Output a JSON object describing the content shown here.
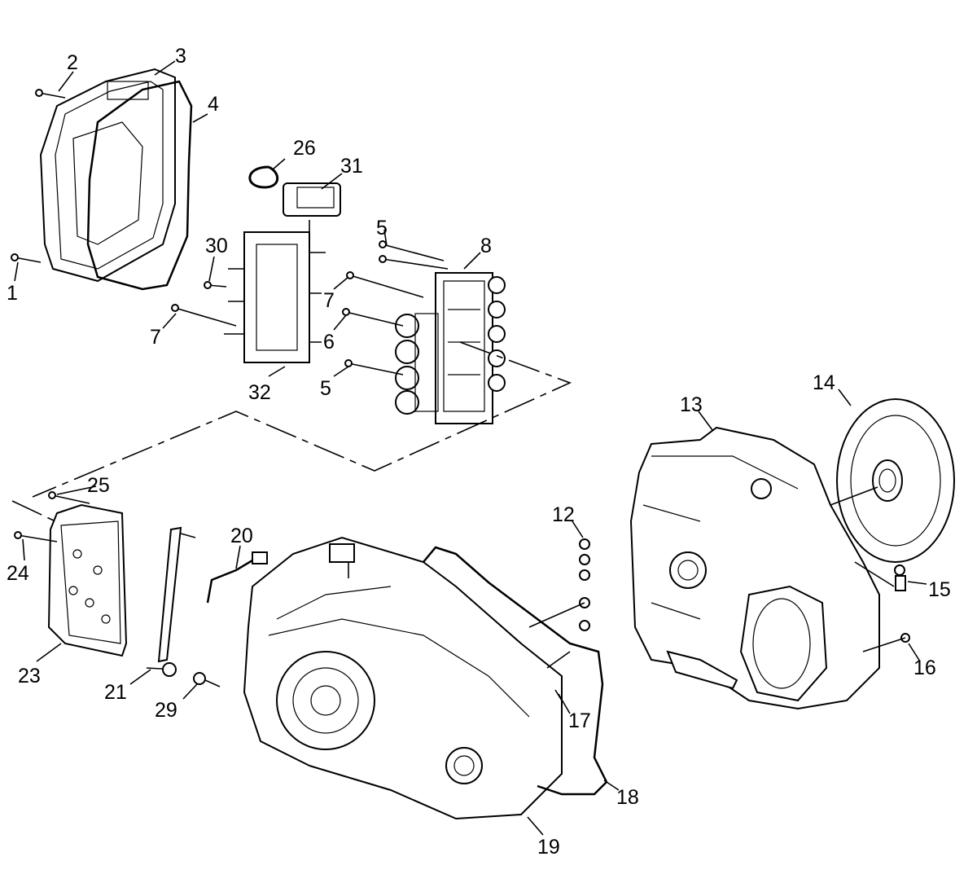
{
  "diagram": {
    "callouts": {
      "c1": "1",
      "c2": "2",
      "c3": "3",
      "c4": "4",
      "c5a": "5",
      "c5b": "5",
      "c6": "6",
      "c7a": "7",
      "c7b": "7",
      "c8": "8",
      "c12": "12",
      "c13": "13",
      "c14": "14",
      "c15": "15",
      "c16": "16",
      "c17": "17",
      "c18": "18",
      "c19": "19",
      "c20": "20",
      "c21": "21",
      "c23": "23",
      "c24": "24",
      "c25": "25",
      "c26": "26",
      "c29": "29",
      "c30": "30",
      "c31": "31",
      "c32": "32"
    }
  }
}
